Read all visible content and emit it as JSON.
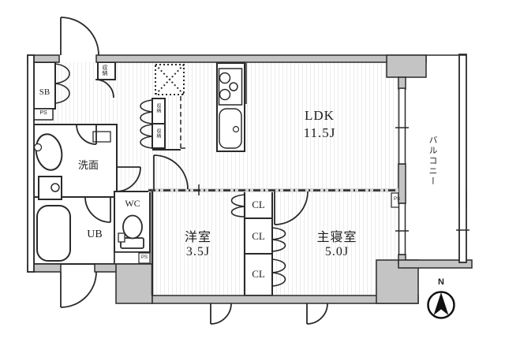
{
  "floorplan": {
    "rooms": {
      "ldk": {
        "name": "LDK",
        "size": "11.5J"
      },
      "western_room": {
        "name": "洋室",
        "size": "3.5J"
      },
      "master_bedroom": {
        "name": "主寝室",
        "size": "5.0J"
      },
      "washroom": {
        "name": "洗面"
      },
      "unit_bath": {
        "name": "UB"
      },
      "toilet": {
        "name": "WC"
      },
      "shoe_box": {
        "name": "SB"
      },
      "balcony": {
        "name": "バルコニー"
      }
    },
    "closets": {
      "closet": "CL",
      "storage": "収納",
      "pipe_space": "PS"
    },
    "compass": {
      "north": "N"
    },
    "colors": {
      "wall_fill": "#c4c4c4",
      "line": "#2a2a2a",
      "floor_stripe": "#ececec",
      "partition_band": "#d6d6d6"
    }
  }
}
